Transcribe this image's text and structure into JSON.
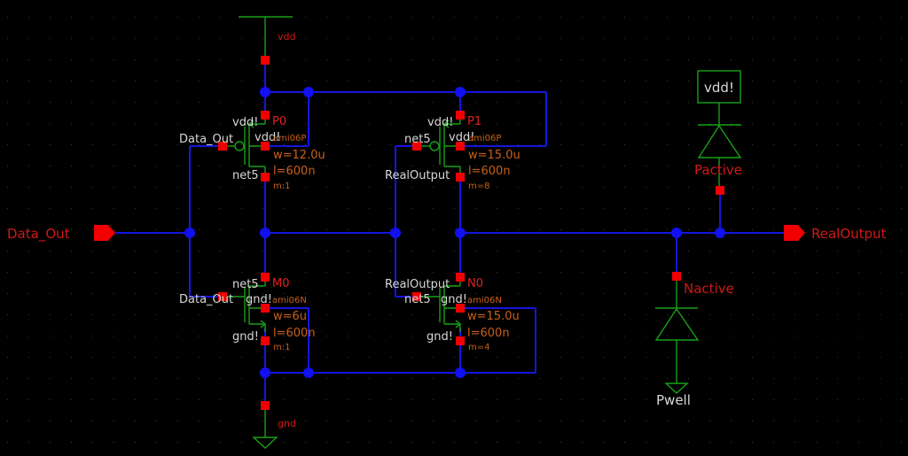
{
  "schematic": {
    "supply_top": {
      "net": "vdd"
    },
    "supply_bottom": {
      "net": "gnd"
    },
    "ports": {
      "input": {
        "name": "Data_Out",
        "direction": "input"
      },
      "output": {
        "name": "RealOutput",
        "direction": "output"
      }
    },
    "transistors": [
      {
        "instance": "P0",
        "model": "ami06P",
        "w": "w=12.0u",
        "l": "l=600n",
        "m": "m:1",
        "gate": "Data_Out",
        "source": "vdd!",
        "bulk": "vdd!",
        "drain": "net5"
      },
      {
        "instance": "P1",
        "model": "ami06P",
        "w": "w=15.0u",
        "l": "l=600n",
        "m": "m=8",
        "gate": "net5",
        "source": "vdd!",
        "bulk": "vdd!",
        "drain": "RealOutput"
      },
      {
        "instance": "M0",
        "model": "ami06N",
        "w": "w=6u",
        "l": "l=600n",
        "m": "m:1",
        "gate": "Data_Out",
        "source": "gnd!",
        "bulk": "gnd!",
        "drain": "net5"
      },
      {
        "instance": "N0",
        "model": "ami06N",
        "w": "w=15.0u",
        "l": "l=600n",
        "m": "m=4",
        "gate": "net5",
        "source": "gnd!",
        "bulk": "gnd!",
        "drain": "RealOutput"
      }
    ],
    "diodes": [
      {
        "instance": "Pactive",
        "top_net": "vdd!"
      },
      {
        "instance": "Nactive",
        "bottom_net": "Pwell"
      }
    ]
  }
}
